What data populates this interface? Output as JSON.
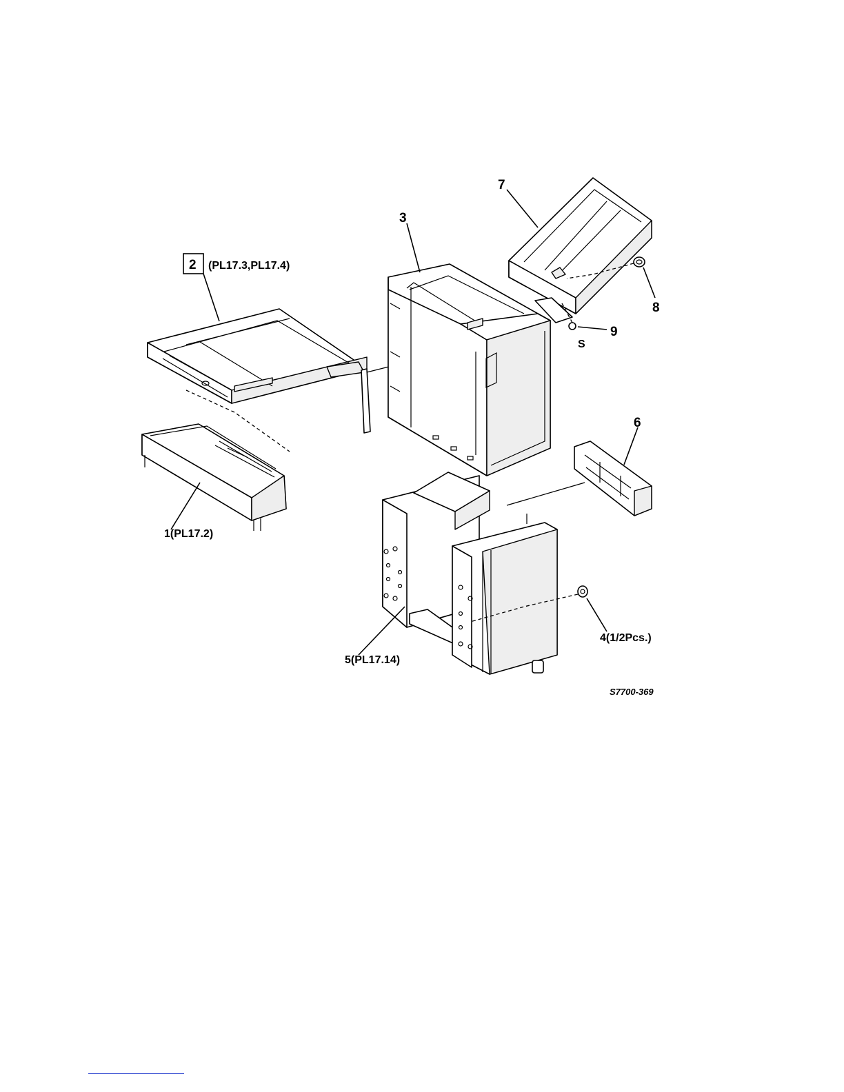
{
  "callouts": {
    "item1": "1(PL17.2)",
    "item2_number": "2",
    "item2_refs": "(PL17.3,PL17.4)",
    "item3": "3",
    "item4": "4(1/2Pcs.)",
    "item5": "5(PL17.14)",
    "item6": "6",
    "item7": "7",
    "item8": "8",
    "item9": "9",
    "screw_marker": "S"
  },
  "figure_id": "S7700-369",
  "colors": {
    "line": "#000000",
    "background": "#ffffff",
    "footer_rule": "#1a33cc"
  }
}
